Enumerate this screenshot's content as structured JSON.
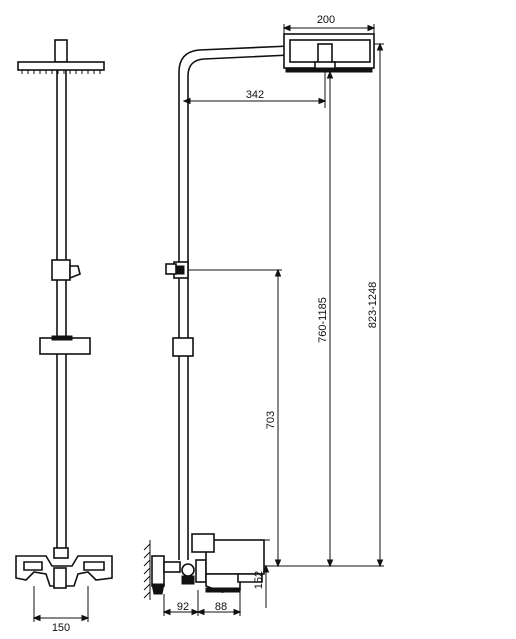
{
  "drawing": {
    "front_view": {
      "width_label": "150"
    },
    "side_view": {
      "head_width_label": "200",
      "arm_reach_label": "342",
      "height_range_label": "760-1185",
      "overall_range_label": "823-1248",
      "handshower_height_label": "703",
      "mixer_height_label": "152",
      "wall_offset_label": "92",
      "spout_label": "88"
    }
  }
}
